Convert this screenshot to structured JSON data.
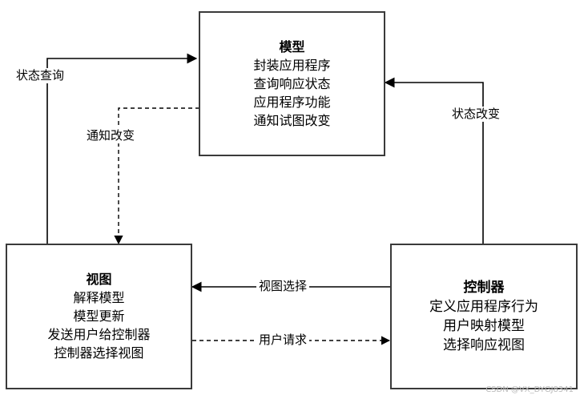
{
  "model": {
    "title": "模型",
    "lines": [
      "封装应用程序",
      "查询响应状态",
      "应用程序功能",
      "通知试图改变"
    ]
  },
  "view": {
    "title": "视图",
    "lines": [
      "解释模型",
      "模型更新",
      "发送用户给控制器",
      "控制器选择视图"
    ]
  },
  "controller": {
    "title": "控制器",
    "lines": [
      "定义应用程序行为",
      "用户映射模型",
      "选择响应视图"
    ]
  },
  "edges": {
    "state_query": "状态查询",
    "notify_change": "通知改变",
    "state_change": "状态改变",
    "view_select": "视图选择",
    "user_request": "用户请求"
  },
  "watermark": "CSDN @VX_DYGJ8341"
}
